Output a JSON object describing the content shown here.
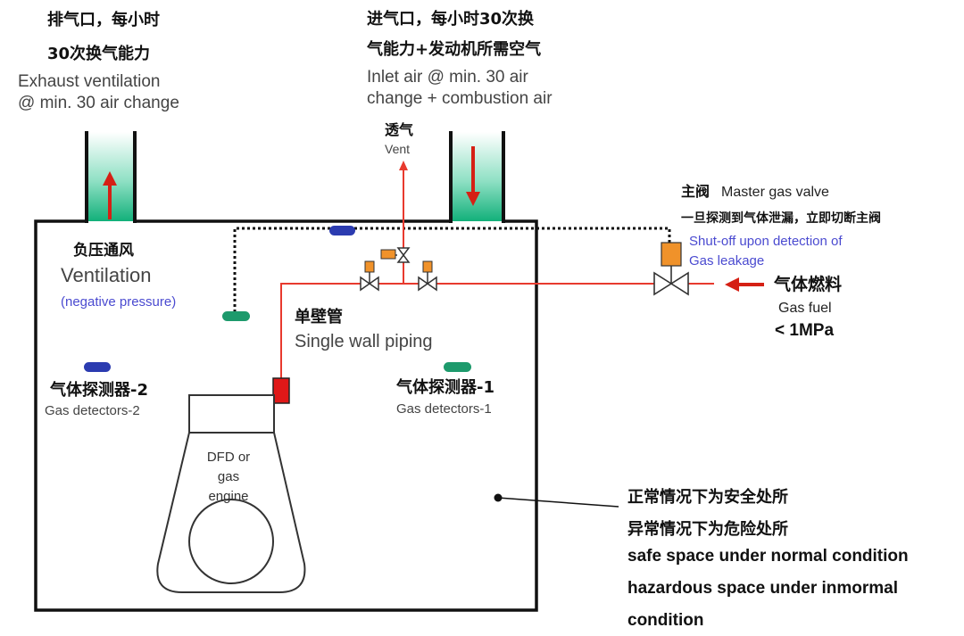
{
  "exhaust": {
    "cn_line1": "排气口，每小时",
    "cn_line2": "30次换气能力",
    "en_line1": "Exhaust ventilation",
    "en_line2": "@ min. 30 air change"
  },
  "inlet": {
    "cn_line1": "进气口，每小时30次换",
    "cn_line2": "气能力+发动机所需空气",
    "en_line1": "Inlet air @ min. 30 air",
    "en_line2": "change + combustion air"
  },
  "vent": {
    "cn": "透气",
    "en": "Vent"
  },
  "master_valve": {
    "cn": "主阀",
    "en": "Master gas valve",
    "cn_note": "一旦探测到气体泄漏，立即切断主阀",
    "en_note1": "Shut-off upon detection of",
    "en_note2": "Gas leakage"
  },
  "gas_fuel": {
    "cn": "气体燃料",
    "en": "Gas fuel",
    "pressure": "< 1MPa"
  },
  "ventilation": {
    "cn": "负压通风",
    "en": "Ventilation",
    "note": "(negative pressure)"
  },
  "piping": {
    "cn": "单壁管",
    "en": "Single wall piping"
  },
  "detector2": {
    "cn": "气体探测器-2",
    "en": "Gas detectors-2"
  },
  "detector1": {
    "cn": "气体探测器-1",
    "en": "Gas detectors-1"
  },
  "engine": {
    "line1": "DFD or",
    "line2": "gas",
    "line3": "engine"
  },
  "space_note": {
    "cn_line1": "正常情况下为安全处所",
    "cn_line2": "异常情况下为危险处所",
    "en_line1": "safe space under normal condition",
    "en_line2": "hazardous space under inmormal",
    "en_line3": "condition"
  },
  "colors": {
    "pipe": "#e83a2e",
    "vent_green": "#1fb07e",
    "detector_blue": "#2b3bb0",
    "detector_green": "#1d9a6c",
    "valve_actuator": "#f0922a",
    "sensor_red": "#e01818"
  }
}
